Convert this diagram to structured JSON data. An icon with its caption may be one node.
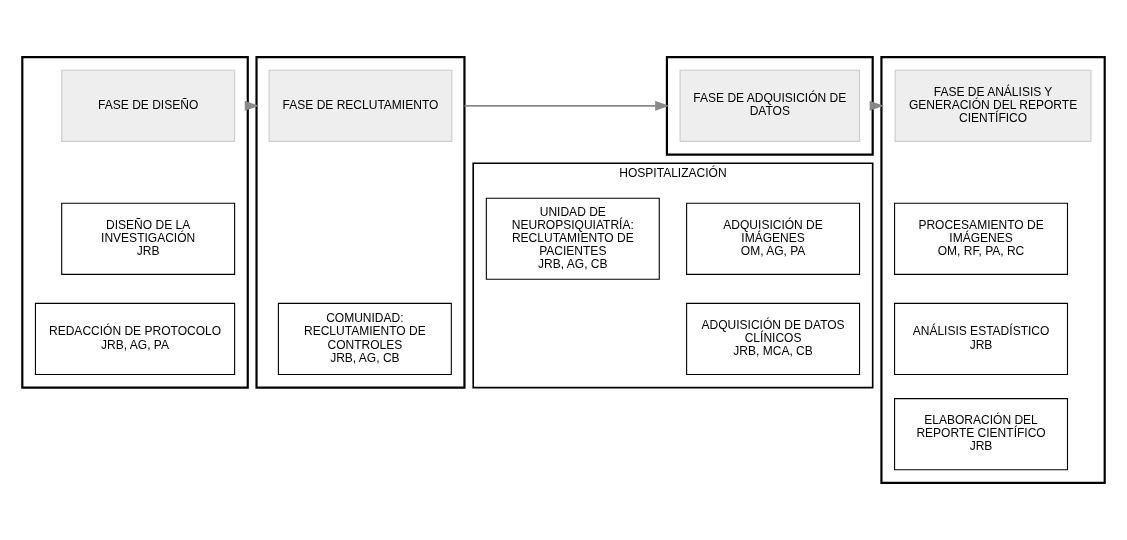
{
  "diagram": {
    "nodes": [
      {
        "text": [],
        "shape": "box"
      },
      {
        "text": [
          "FASE DE DISEÑO"
        ],
        "in": 0
      },
      {
        "text": [
          "DISEÑO DE LA INVESTIGACIÓN",
          "JRB"
        ],
        "in": 0
      },
      {
        "text": [
          "REDACCIÓN DE PROTOCOLO",
          "JRB, AG, PA"
        ],
        "in": 0
      },
      {
        "text": [],
        "shape": "box"
      },
      {
        "text": [
          "FASE DE RECLUTAMIENTO"
        ],
        "in": 4
      },
      {
        "text": [
          "HOSPITALIZACIÓN"
        ]
      },
      {
        "text": [
          "UNIDAD DE NEUROPSIQUIATRÍA: RECLUTAMIENTO DE PACIENTES",
          "JRB, AG, CB"
        ],
        "in": 6
      },
      {
        "text": [
          "COMUNIDAD: RECLUTAMIENTO DE CONTROLES",
          "JRB, AG, CB"
        ],
        "in": 4
      },
      {
        "text": [],
        "shape": "box"
      },
      {
        "text": [
          "FASE DE ADQUISICIÓN DE DATOS"
        ],
        "in": 9
      },
      {
        "text": [
          "ADQUISICIÓN DE IMÁGENES",
          "OM, AG, PA"
        ],
        "in": 6
      },
      {
        "text": [
          "ADQUISICIÓN DE DATOS CLÍNICOS",
          "JRB, MCA, CB"
        ],
        "in": 6
      },
      {
        "text": [],
        "shape": "box"
      },
      {
        "text": [
          "FASE DE ANÁLISIS Y GENERACIÓN DEL REPORTE CIENTÍFICO"
        ],
        "in": 13
      },
      {
        "text": [
          "PROCESAMIENTO DE IMÁGENES",
          "OM, RF, PA, RC"
        ],
        "in": 13
      },
      {
        "text": [
          "ANÁLISIS ESTADÍSTICO",
          "JRB"
        ],
        "in": 13
      },
      {
        "text": [
          "ELABORACIÓN DEL REPORTE CIENTÍFICO",
          "JRB"
        ],
        "in": 13
      }
    ],
    "edges": [
      {
        "from": 0,
        "to": 4,
        "arrow": "to"
      },
      {
        "from": 4,
        "to": 9,
        "arrow": "to"
      },
      {
        "from": 9,
        "to": 13,
        "arrow": "to"
      }
    ]
  }
}
